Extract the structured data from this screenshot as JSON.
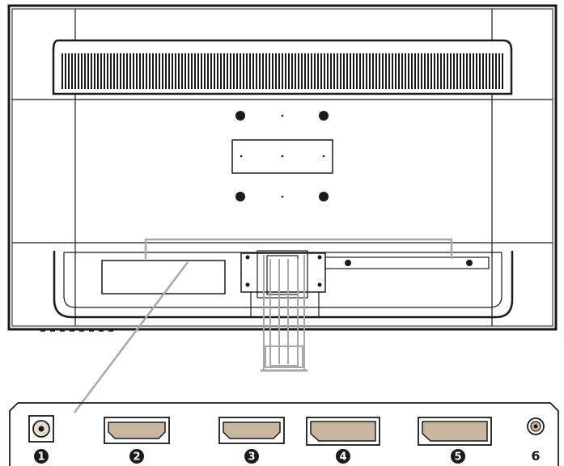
{
  "diagram": {
    "colors": {
      "line": "#1a1a1a",
      "port_fill": "#c7b79f",
      "callout": "#a8a8a8",
      "badge": "#1a1a1a",
      "badge_text": "#ffffff"
    },
    "ports": [
      {
        "id": "p1",
        "label": "1",
        "kind": "dc-power-jack"
      },
      {
        "id": "p2",
        "label": "2",
        "kind": "hdmi-port"
      },
      {
        "id": "p3",
        "label": "3",
        "kind": "hdmi-port"
      },
      {
        "id": "p4",
        "label": "4",
        "kind": "displayport"
      },
      {
        "id": "p5",
        "label": "5",
        "kind": "displayport"
      },
      {
        "id": "p6",
        "label": "6",
        "kind": "audio-out-jack"
      }
    ]
  }
}
